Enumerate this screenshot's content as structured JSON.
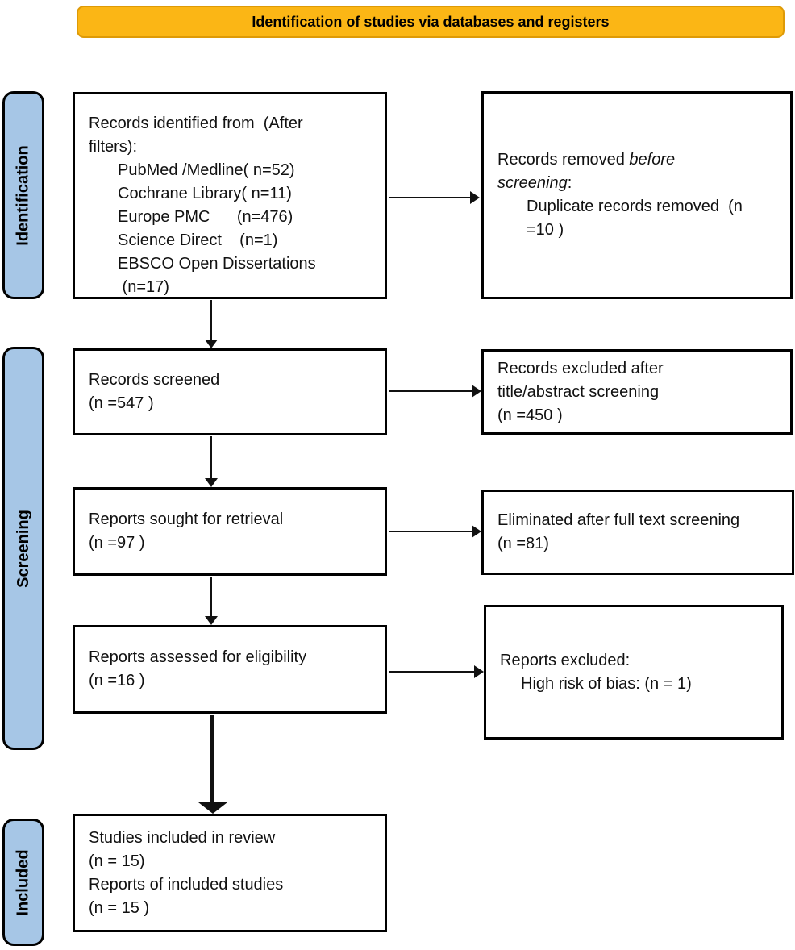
{
  "banner": {
    "title": "Identification of studies via databases and registers"
  },
  "sidebar": {
    "identification": "Identification",
    "screening": "Screening",
    "included": "Included"
  },
  "colors": {
    "banner_bg": "#FBB615",
    "banner_border": "#DE9A06",
    "sidebar_bg": "#A6C6E6",
    "box_border": "#000000",
    "arrow": "#111111"
  },
  "flow": {
    "identified": {
      "lines": {
        "0": "Records identified from  (After",
        "1": "filters):",
        "2": "PubMed /Medline( n=52)",
        "3": "Cochrane Library( n=11)",
        "4": "Europe PMC      (n=476)",
        "5": "Science Direct    (n=1)",
        "6": "EBSCO Open Dissertations",
        "7": " (n=17)"
      }
    },
    "removed": {
      "line1_plain": "Records removed ",
      "line1_italic": "before",
      "line2_italic": "screening",
      "line2_plain": ":",
      "line3": "Duplicate records removed  (n",
      "line4": "=10 )"
    },
    "screened": {
      "lines": {
        "0": "Records screened",
        "1": "(n =547 )"
      }
    },
    "excluded_title_abstract": {
      "lines": {
        "0": "Records excluded after",
        "1": "title/abstract screening",
        "2": "(n =450 )"
      }
    },
    "sought": {
      "lines": {
        "0": "Reports sought for retrieval",
        "1": "(n =97 )"
      }
    },
    "eliminated_full_text": {
      "lines": {
        "0": "Eliminated after full text screening",
        "1": "(n =81)"
      }
    },
    "assessed": {
      "lines": {
        "0": "Reports assessed for eligibility",
        "1": "(n =16 )"
      }
    },
    "reports_excluded": {
      "lines": {
        "0": "Reports excluded:",
        "1": "High risk of bias: (n = 1)"
      }
    },
    "included_box": {
      "lines": {
        "0": "Studies included in review",
        "1": "(n = 15)",
        "2": "Reports of included studies",
        "3": "(n = 15 )"
      }
    }
  }
}
